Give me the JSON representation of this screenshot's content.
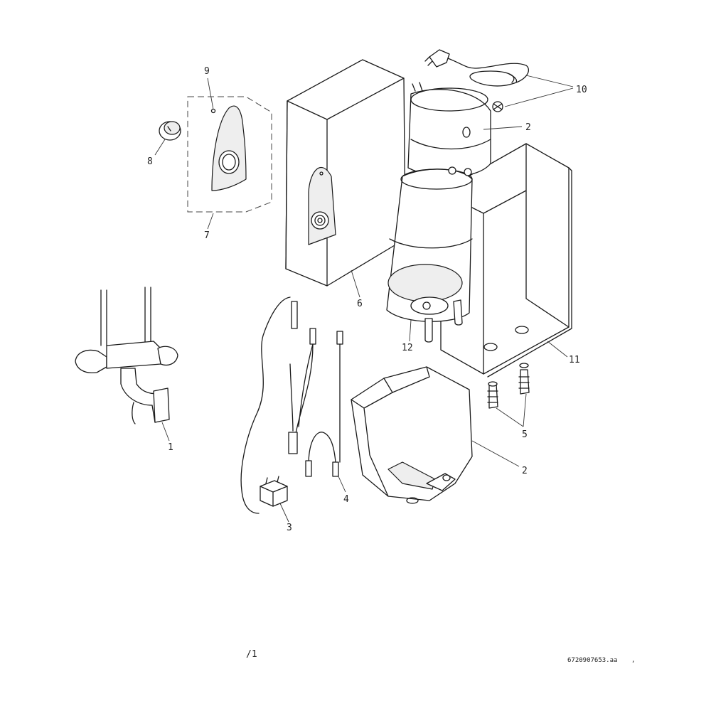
{
  "labels": {
    "l1": "1",
    "l2a": "2",
    "l2b": "2",
    "l3": "3",
    "l4": "4",
    "l5": "5",
    "l6": "6",
    "l7": "7",
    "l8": "8",
    "l9": "9",
    "l10": "10",
    "l11": "11",
    "l12": "12"
  },
  "footer": {
    "page_mark": "/1",
    "reference": "6720907653.aa",
    "tick": ","
  },
  "colors": {
    "line": "#1a1a1a",
    "shade": "#eeeeee",
    "background": "#ffffff"
  }
}
